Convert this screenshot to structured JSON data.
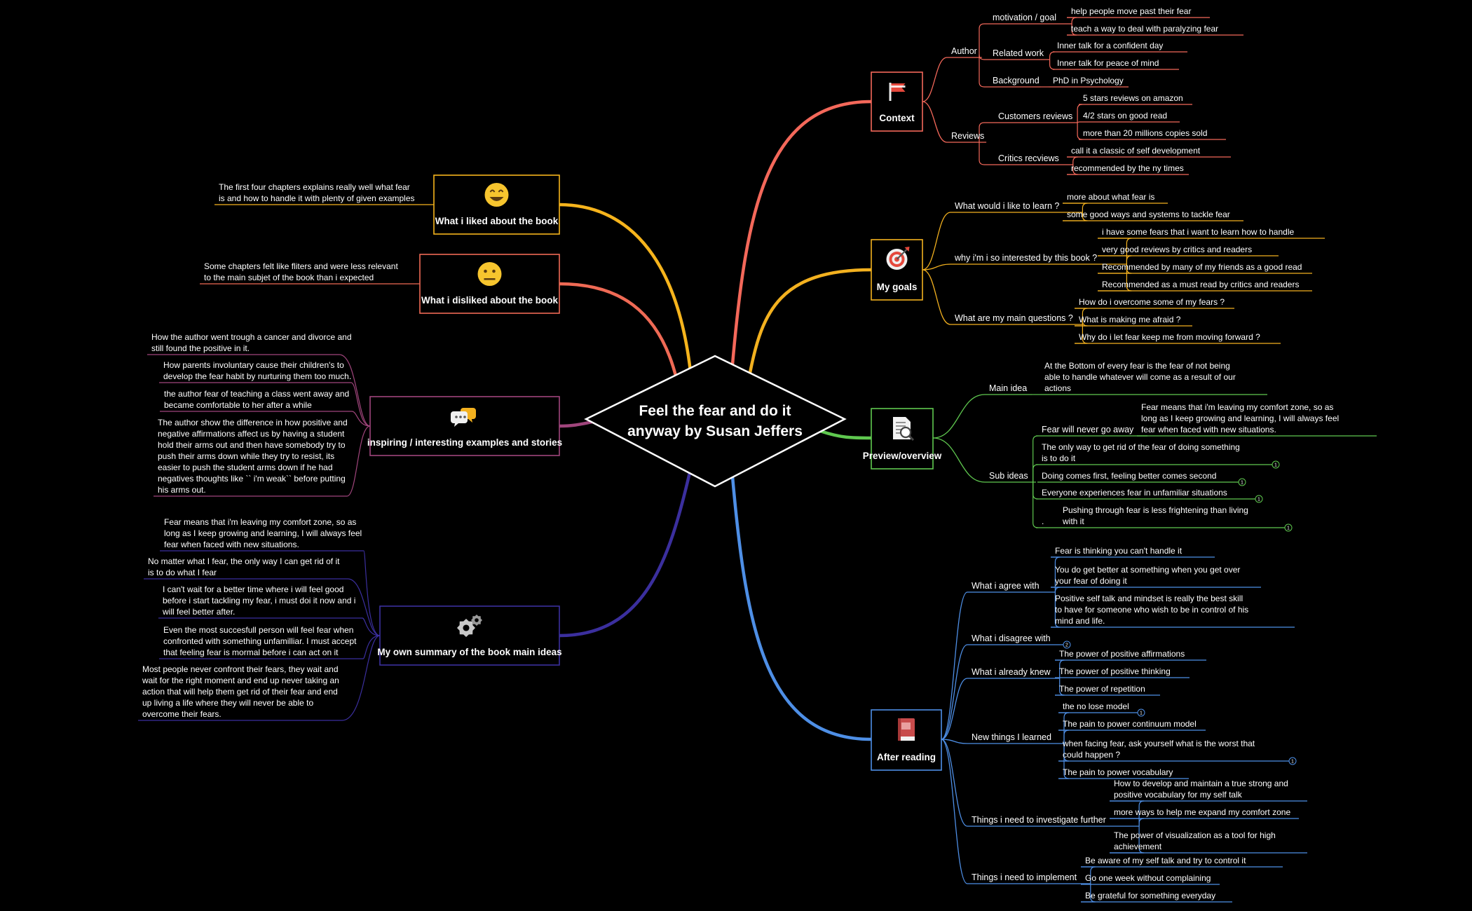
{
  "colors": {
    "background": "#000000",
    "context": "#f4685a",
    "goals": "#f3b11f",
    "preview": "#5fc84f",
    "after": "#4e8fe6",
    "liked": "#f6b41c",
    "disliked": "#ef6a55",
    "inspiring": "#a0457c",
    "summary": "#3b2f9e"
  },
  "center": {
    "lines": [
      "Feel the fear and do it",
      "anyway by Susan Jeffers"
    ]
  },
  "branches": [
    {
      "key": "context",
      "label": "Context",
      "icon": "flag-icon",
      "side": "right",
      "subs": [
        {
          "label": "Author",
          "subs": [
            {
              "label": "motivation / goal",
              "leaves": [
                "help people move past their fear",
                "teach a way to deal with paralyzing fear"
              ]
            },
            {
              "label": "Related work",
              "leaves": [
                "Inner talk for a confident day",
                "Inner talk for peace of mind"
              ]
            },
            {
              "label": "Background",
              "leaves": [
                "PhD in Psychology"
              ]
            }
          ]
        },
        {
          "label": "Reviews",
          "subs": [
            {
              "label": "Customers reviews",
              "leaves": [
                "5 stars reviews on amazon",
                "4/2 stars on good read",
                "more than 20 millions copies sold"
              ]
            },
            {
              "label": "Critics recviews",
              "leaves": [
                "call it a classic of self development",
                "recommended by the ny times"
              ]
            }
          ]
        }
      ]
    },
    {
      "key": "goals",
      "label": "My goals",
      "icon": "target-icon",
      "side": "right",
      "subs": [
        {
          "label": "What would i like to learn ?",
          "leaves": [
            "more about what fear is",
            "some good ways and systems to tackle fear"
          ]
        },
        {
          "label": "why i'm i so interested by this book ?",
          "leaves": [
            "i have some fears that i want to learn how to handle",
            "very good reviews  by critics and readers",
            "Recommended by many  of my friends as a good read",
            "Recommended as a must read by critics and readers"
          ]
        },
        {
          "label": "What are my main questions ?",
          "leaves": [
            "How do i overcome some of my fears ?",
            "What is making me afraid ?",
            "Why do i let fear keep me from moving forward ?"
          ]
        }
      ]
    },
    {
      "key": "preview",
      "label": "Preview/overview",
      "icon": "document-search-icon",
      "side": "right",
      "subs": [
        {
          "label": "Main idea",
          "leaves": [
            [
              "At the Bottom of every fear is the fear of not being",
              "able to handle whatever will come as a result of our",
              "actions"
            ]
          ]
        },
        {
          "label": "Sub ideas",
          "subs": [
            {
              "label": "Fear will never go away",
              "leaves": [
                [
                  "Fear means that i'm leaving my comfort zone, so as",
                  "long as I keep growing and learning, I will always feel",
                  "fear when faced with  new situations."
                ]
              ]
            }
          ],
          "leaves": [
            {
              "text": [
                "The only way to get rid of the fear of doing something",
                "is to do it"
              ],
              "badge": "1"
            },
            {
              "text": [
                "Doing comes first, feeling better comes second"
              ],
              "badge": "1"
            },
            {
              "text": [
                "Everyone experiences fear in unfamiliar situations"
              ],
              "badge": "1"
            },
            {
              "text": [
                "Pushing through fear is less frightening than living",
                "with it"
              ],
              "badge": "1",
              "bullet": "."
            }
          ]
        }
      ]
    },
    {
      "key": "after",
      "label": "After reading",
      "icon": "book-icon",
      "side": "right",
      "subs": [
        {
          "label": "What  i agree with",
          "leaves": [
            [
              "Fear is  thinking you can't handle it"
            ],
            [
              "You do get better at something when you get over",
              "your fear of doing it"
            ],
            [
              "Positive  self talk and mindset is really the best skill",
              "to have for someone who  wish to be in control of his",
              "mind and life."
            ]
          ]
        },
        {
          "label": "What i disagree with",
          "badge": "2",
          "leaves": []
        },
        {
          "label": "What i already knew",
          "leaves": [
            [
              "The power of positive affirmations"
            ],
            [
              "The power of positive thinking"
            ],
            [
              "The power of repetition"
            ]
          ]
        },
        {
          "label": "New things I learned",
          "leaves": [
            {
              "text": [
                "the no lose model"
              ],
              "badge": "1"
            },
            {
              "text": [
                "The pain to power continuum model"
              ]
            },
            {
              "text": [
                "when facing fear, ask yourself what is the worst that",
                "could happen ?"
              ],
              "badge": "1"
            },
            {
              "text": [
                "The pain to power  vocabulary"
              ]
            }
          ]
        },
        {
          "label": "Things i need to  investigate further",
          "leaves": [
            [
              "How to develop and maintain a true strong and",
              "positive vocabulary  for my self talk"
            ],
            [
              "more ways to help me expand my comfort zone"
            ],
            [
              "The power of visualization as a tool for high",
              "achievement"
            ]
          ]
        },
        {
          "label": "Things i need to implement",
          "leaves": [
            [
              "Be aware of my self talk and try to control it"
            ],
            [
              "Go one week without complaining"
            ],
            [
              "Be grateful for something everyday"
            ]
          ]
        }
      ]
    },
    {
      "key": "liked",
      "label": "What i liked about the book",
      "icon": "grinning-face-icon",
      "side": "left",
      "leaves": [
        [
          "The first four chapters explains really well what fear",
          "is and how to  handle it with plenty of given examples"
        ]
      ]
    },
    {
      "key": "disliked",
      "label": "What i disliked about the book",
      "icon": "neutral-face-icon",
      "side": "left",
      "leaves": [
        [
          "Some chapters felt like fliters  and were less relevant",
          "to the main subjet of the book  than i expected"
        ]
      ]
    },
    {
      "key": "inspiring",
      "label": "inspiring / interesting examples and stories",
      "icon": "speech-bubbles-icon",
      "side": "left",
      "leaves": [
        [
          "How the author went trough a cancer and divorce and",
          "still found the positive in it."
        ],
        [
          "How parents involuntary cause their children's to",
          "develop the fear habit by nurturing them too much."
        ],
        [
          "the author fear of teaching a class went away and",
          "became comfortable to her after a while"
        ],
        [
          "The author show the difference in how positive and",
          "negative affirmations affect us by having a student",
          "hold  their arms out and then have  somebody try to",
          "push their arms down while they try to resist,  its",
          "easier to push the student arms down if he had",
          "negatives thoughts like `` i'm weak`` before putting",
          "his arms out."
        ]
      ]
    },
    {
      "key": "summary",
      "label": "My own summary of the book main ideas",
      "icon": "gears-icon",
      "side": "left",
      "leaves": [
        [
          "Fear means that i'm leaving my comfort zone, so as",
          "long as I keep growing and learning, I will always feel",
          "fear when faced with  new situations."
        ],
        [
          "No matter what I fear, the only way I can get rid of it",
          "is to  do what I fear"
        ],
        [
          "I can't wait for a better time where i will feel good",
          "before i start tackling my fear,  i must doi it now and i",
          "will feel better after."
        ],
        [
          "Even the most succesfull person will feel fear when",
          "confronted with something unfamilliar. I must accept",
          "that feeling fear is mormal before i can act on it"
        ],
        [
          "Most people never confront their fears, they wait and",
          "wait for the right moment and end up never taking an",
          "action that will help them get rid of their fear and end",
          "up living a life where they will never be able to",
          "overcome their fears."
        ]
      ]
    }
  ]
}
